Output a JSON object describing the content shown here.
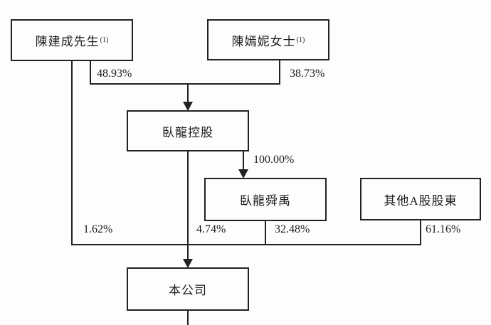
{
  "diagram": {
    "type": "shareholding-structure-flowchart",
    "line_color": "#222222",
    "background_color": "#fdfdfd",
    "nodes": {
      "chen_jiancheng": {
        "label": "陳建成先生",
        "superscript": "(1)"
      },
      "chen_yanni": {
        "label": "陳嫣妮女士",
        "superscript": "(1)"
      },
      "wolong_holdings": {
        "label": "臥龍控股"
      },
      "wolong_shunyu": {
        "label": "臥龍舜禹"
      },
      "other_a_shareholders": {
        "label": "其他A股股東"
      },
      "the_company": {
        "label": "本公司"
      }
    },
    "percentages": {
      "chen_jiancheng_to_holdings": "48.93%",
      "chen_yanni_to_holdings": "38.73%",
      "holdings_to_shunyu": "100.00%",
      "chen_jiancheng_to_company": "1.62%",
      "holdings_to_company": "4.74%",
      "shunyu_to_company": "32.48%",
      "other_to_company": "61.16%"
    }
  }
}
